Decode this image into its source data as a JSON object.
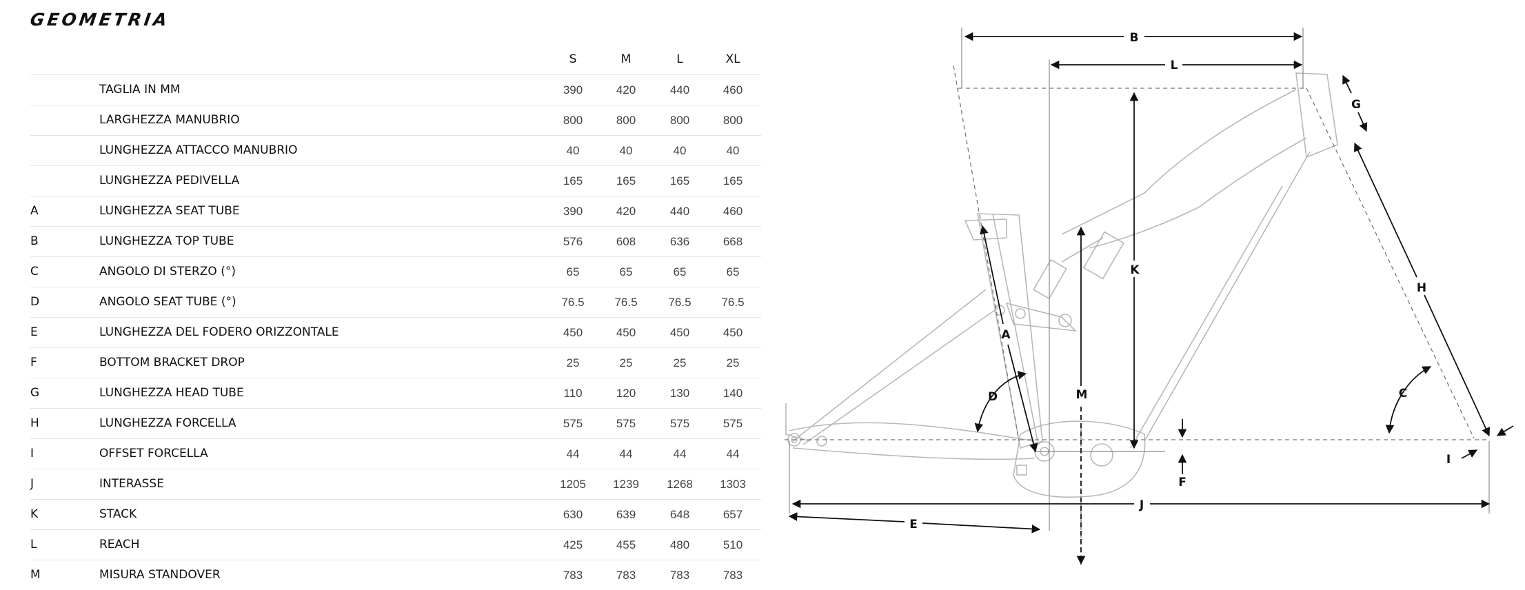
{
  "title": "GEOMETRIA",
  "sizes": [
    "S",
    "M",
    "L",
    "XL"
  ],
  "rows": [
    {
      "code": "",
      "label": "TAGLIA IN MM",
      "values": [
        "390",
        "420",
        "440",
        "460"
      ]
    },
    {
      "code": "",
      "label": "LARGHEZZA MANUBRIO",
      "values": [
        "800",
        "800",
        "800",
        "800"
      ]
    },
    {
      "code": "",
      "label": "LUNGHEZZA ATTACCO MANUBRIO",
      "values": [
        "40",
        "40",
        "40",
        "40"
      ]
    },
    {
      "code": "",
      "label": "LUNGHEZZA PEDIVELLA",
      "values": [
        "165",
        "165",
        "165",
        "165"
      ]
    },
    {
      "code": "A",
      "label": "LUNGHEZZA SEAT TUBE",
      "values": [
        "390",
        "420",
        "440",
        "460"
      ]
    },
    {
      "code": "B",
      "label": "LUNGHEZZA TOP TUBE",
      "values": [
        "576",
        "608",
        "636",
        "668"
      ]
    },
    {
      "code": "C",
      "label": "ANGOLO DI STERZO (°)",
      "values": [
        "65",
        "65",
        "65",
        "65"
      ]
    },
    {
      "code": "D",
      "label": "ANGOLO SEAT TUBE (°)",
      "values": [
        "76.5",
        "76.5",
        "76.5",
        "76.5"
      ]
    },
    {
      "code": "E",
      "label": "LUNGHEZZA DEL FODERO ORIZZONTALE",
      "values": [
        "450",
        "450",
        "450",
        "450"
      ]
    },
    {
      "code": "F",
      "label": "BOTTOM BRACKET DROP",
      "values": [
        "25",
        "25",
        "25",
        "25"
      ]
    },
    {
      "code": "G",
      "label": "LUNGHEZZA HEAD TUBE",
      "values": [
        "110",
        "120",
        "130",
        "140"
      ]
    },
    {
      "code": "H",
      "label": "LUNGHEZZA FORCELLA",
      "values": [
        "575",
        "575",
        "575",
        "575"
      ]
    },
    {
      "code": "I",
      "label": "OFFSET FORCELLA",
      "values": [
        "44",
        "44",
        "44",
        "44"
      ]
    },
    {
      "code": "J",
      "label": "INTERASSE",
      "values": [
        "1205",
        "1239",
        "1268",
        "1303"
      ]
    },
    {
      "code": "K",
      "label": "STACK",
      "values": [
        "630",
        "639",
        "648",
        "657"
      ]
    },
    {
      "code": "L",
      "label": "REACH",
      "values": [
        "425",
        "455",
        "480",
        "510"
      ]
    },
    {
      "code": "M",
      "label": "MISURA STANDOVER",
      "values": [
        "783",
        "783",
        "783",
        "783"
      ]
    }
  ],
  "diagram": {
    "letters": {
      "A": "A",
      "B": "B",
      "C": "C",
      "D": "D",
      "E": "E",
      "F": "F",
      "G": "G",
      "H": "H",
      "I": "I",
      "J": "J",
      "K": "K",
      "L": "L",
      "M": "M"
    }
  }
}
